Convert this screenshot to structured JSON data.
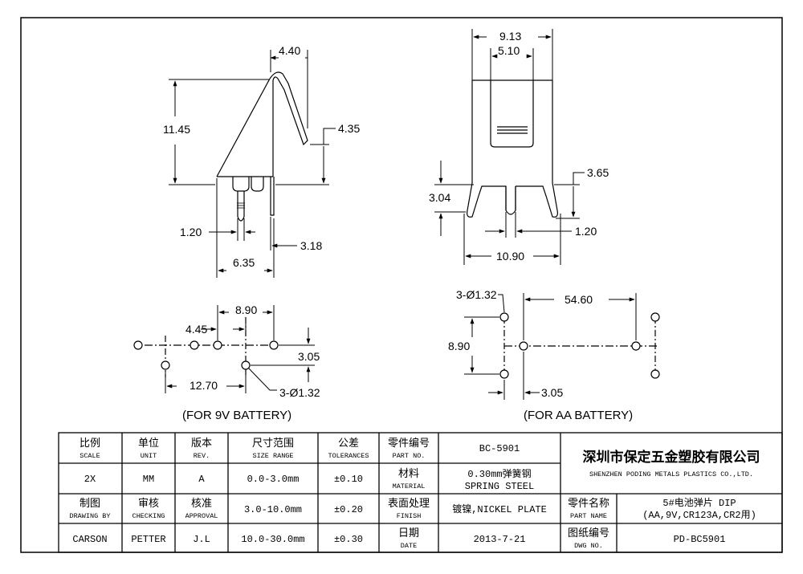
{
  "dims_9v": {
    "top_width": "4.40",
    "height": "11.45",
    "tip_drop": "4.35",
    "pin_gap": "1.20",
    "offset": "3.18",
    "base_width": "6.35"
  },
  "dims_aa": {
    "outer_width": "9.13",
    "inner_width": "5.10",
    "side_height": "3.04",
    "hook_height": "3.65",
    "pin_gap": "1.20",
    "base_width": "10.90"
  },
  "holes_9v": {
    "span": "8.90",
    "half": "4.45",
    "row_offset": "3.05",
    "pitch": "12.70",
    "hole": "3-Ø1.32"
  },
  "holes_aa": {
    "hole": "3-Ø1.32",
    "span": "54.60",
    "height": "8.90",
    "offset": "3.05"
  },
  "captions": {
    "nine_volt": "(FOR 9V BATTERY)",
    "aa": "(FOR AA BATTERY)"
  },
  "title_block": {
    "scale_cn": "比例",
    "scale_en": "SCALE",
    "scale_val": "2X",
    "unit_cn": "单位",
    "unit_en": "UNIT",
    "unit_val": "MM",
    "rev_cn": "版本",
    "rev_en": "REV.",
    "rev_val": "A",
    "size_cn": "尺寸范围",
    "size_en": "SIZE RANGE",
    "size_1": "0.0-3.0mm",
    "size_2": "3.0-10.0mm",
    "size_3": "10.0-30.0mm",
    "tol_cn": "公差",
    "tol_en": "TOLERANCES",
    "tol_1": "±0.10",
    "tol_2": "±0.20",
    "tol_3": "±0.30",
    "partno_cn": "零件编号",
    "partno_en": "PART NO.",
    "partno_val": "BC-5901",
    "material_cn": "材料",
    "material_en": "MATERIAL",
    "material_val_1": "0.30mm弹簧钢",
    "material_val_2": "SPRING STEEL",
    "finish_cn": "表面处理",
    "finish_en": "FINISH",
    "finish_val": "镀镍,NICKEL PLATE",
    "date_cn": "日期",
    "date_en": "DATE",
    "date_val": "2013-7-21",
    "drawing_cn": "制图",
    "drawing_en": "DRAWING BY",
    "drawing_val": "CARSON",
    "checking_cn": "审核",
    "checking_en": "CHECKING",
    "checking_val": "PETTER",
    "approval_cn": "核准",
    "approval_en": "APPROVAL",
    "approval_val": "J.L",
    "company_cn": "深圳市保定五金塑胶有限公司",
    "company_en": "SHENZHEN PODING METALS PLASTICS CO.,LTD.",
    "partname_cn": "零件名称",
    "partname_en": "PART NAME",
    "partname_val_1": "5#电池弹片 DIP",
    "partname_val_2": "(AA,9V,CR123A,CR2用)",
    "dwgno_cn": "图纸编号",
    "dwgno_en": "DWG NO.",
    "dwgno_val": "PD-BC5901"
  }
}
